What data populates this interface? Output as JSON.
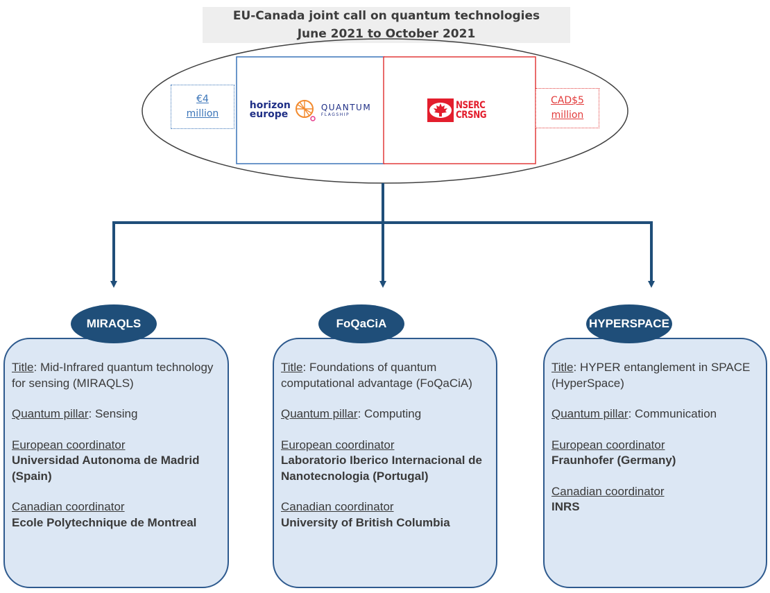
{
  "header": {
    "title_line1": "EU-Canada joint call on quantum technologies",
    "title_line2": "June 2021 to October 2021"
  },
  "funders": {
    "eu": {
      "logo_text_line1": "horizon",
      "logo_text_line2": "europe",
      "flagship_big": "QUANTUM",
      "flagship_small": "FLAGSHIP",
      "amount_line1": "€4",
      "amount_line2": "million"
    },
    "canada": {
      "logo_text_line1": "NSERC",
      "logo_text_line2": "CRSNG",
      "amount_line1": "CAD$5",
      "amount_line2": "million"
    }
  },
  "colors": {
    "connector": "#1f4e79",
    "card_fill": "#dce7f4",
    "card_border": "#2e5a8e",
    "pill_fill": "#1f4e79",
    "eu_blue": "#3a74b8",
    "canada_red": "#e31e2d"
  },
  "projects": [
    {
      "name": "MIRAQLS",
      "title_label": "Title",
      "title_text": ": Mid-Infrared quantum technology for sensing (MIRAQLS)",
      "pillar_label": "Quantum pillar",
      "pillar_text": ": Sensing",
      "eu_coord_label": "European coordinator",
      "eu_coord": "Universidad Autonoma de Madrid (Spain)",
      "ca_coord_label": "Canadian coordinator",
      "ca_coord": "Ecole Polytechnique de Montreal"
    },
    {
      "name": "FoQaCiA",
      "title_label": "Title",
      "title_text": ": Foundations of quantum computational advantage (FoQaCiA)",
      "pillar_label": "Quantum pillar",
      "pillar_text": ": Computing",
      "eu_coord_label": "European coordinator",
      "eu_coord": "Laboratorio Iberico Internacional de Nanotecnologia (Portugal)",
      "ca_coord_label": "Canadian coordinator",
      "ca_coord": "University of British Columbia"
    },
    {
      "name": "HYPERSPACE",
      "title_label": "Title",
      "title_text": ": HYPER entanglement in SPACE (HyperSpace)",
      "pillar_label": "Quantum pillar",
      "pillar_text": ": Communication",
      "eu_coord_label": "European coordinator",
      "eu_coord": "Fraunhofer (Germany)",
      "ca_coord_label": "Canadian coordinator",
      "ca_coord": "INRS"
    }
  ]
}
